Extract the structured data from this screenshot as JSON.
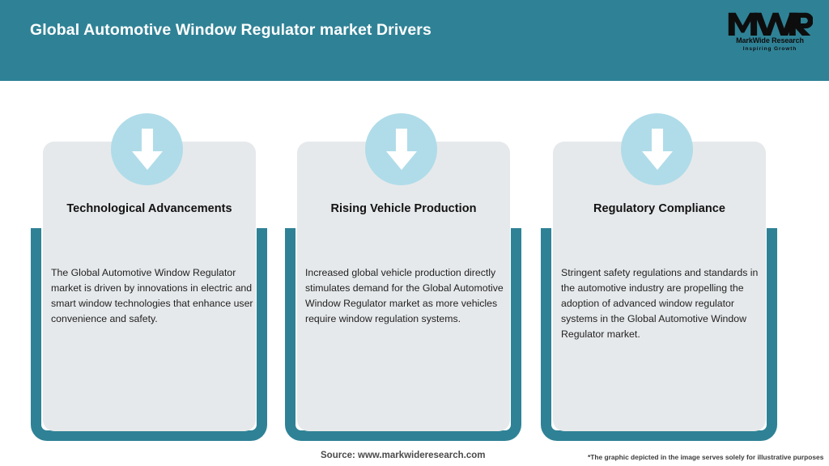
{
  "header": {
    "title": "Global Automotive Window Regulator market Drivers",
    "bar_color": "#2f8296",
    "title_color": "#ffffff"
  },
  "logo": {
    "mark": "MWR",
    "name": "MarkWide Research",
    "tagline": "Inspiring Growth"
  },
  "theme": {
    "teal": "#2f8296",
    "panel_gray": "#e6e9eb",
    "icon_circle_blue": "#b0dce9",
    "arrow_white": "#ffffff"
  },
  "cards": [
    {
      "icon": "arrow-down-icon",
      "title": "Technological Advancements",
      "body": "The Global Automotive Window Regulator market is driven by innovations in electric and smart window technologies that enhance user convenience and safety."
    },
    {
      "icon": "arrow-down-icon",
      "title": "Rising Vehicle Production",
      "body": "Increased global vehicle production directly stimulates demand for the Global Automotive Window Regulator market as more vehicles require window regulation systems."
    },
    {
      "icon": "arrow-down-icon",
      "title": "Regulatory Compliance",
      "body": "Stringent safety regulations and standards in the automotive industry are propelling the adoption of advanced window regulator systems in the Global Automotive Window Regulator market."
    }
  ],
  "footer": {
    "source": "Source: www.markwideresearch.com",
    "disclaimer": "*The graphic depicted in the image serves solely for illustrative purposes"
  }
}
